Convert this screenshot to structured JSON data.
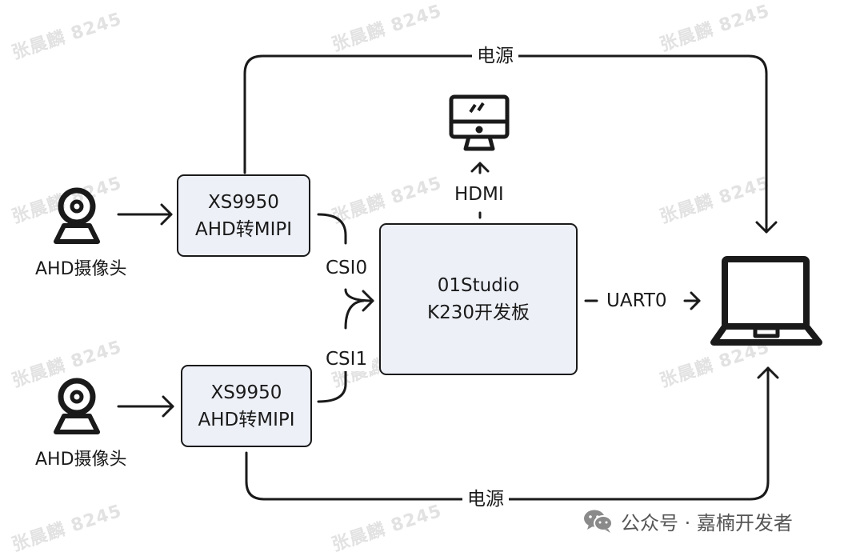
{
  "watermark": "张晨麟 8245",
  "colors": {
    "stroke": "#1a1a1a",
    "box_fill": "#edf0f7",
    "watermark": "#e2e2e2",
    "footer_text": "#555555"
  },
  "nodes": {
    "camera_top": {
      "label": "AHD摄像头",
      "icon": "camera-icon"
    },
    "camera_bottom": {
      "label": "AHD摄像头",
      "icon": "camera-icon"
    },
    "converter_top": {
      "line1": "XS9950",
      "line2": "AHD转MIPI"
    },
    "converter_bottom": {
      "line1": "XS9950",
      "line2": "AHD转MIPI"
    },
    "board": {
      "line1": "01Studio",
      "line2": "K230开发板"
    },
    "monitor": {
      "icon": "monitor-icon"
    },
    "laptop": {
      "icon": "laptop-icon"
    }
  },
  "edges": {
    "power_top": "电源",
    "power_bottom": "电源",
    "csi0": "CSI0",
    "csi1": "CSI1",
    "hdmi": "HDMI",
    "uart": "UART0"
  },
  "footer": {
    "icon": "wechat-icon",
    "text": "公众号 · 嘉楠开发者"
  }
}
